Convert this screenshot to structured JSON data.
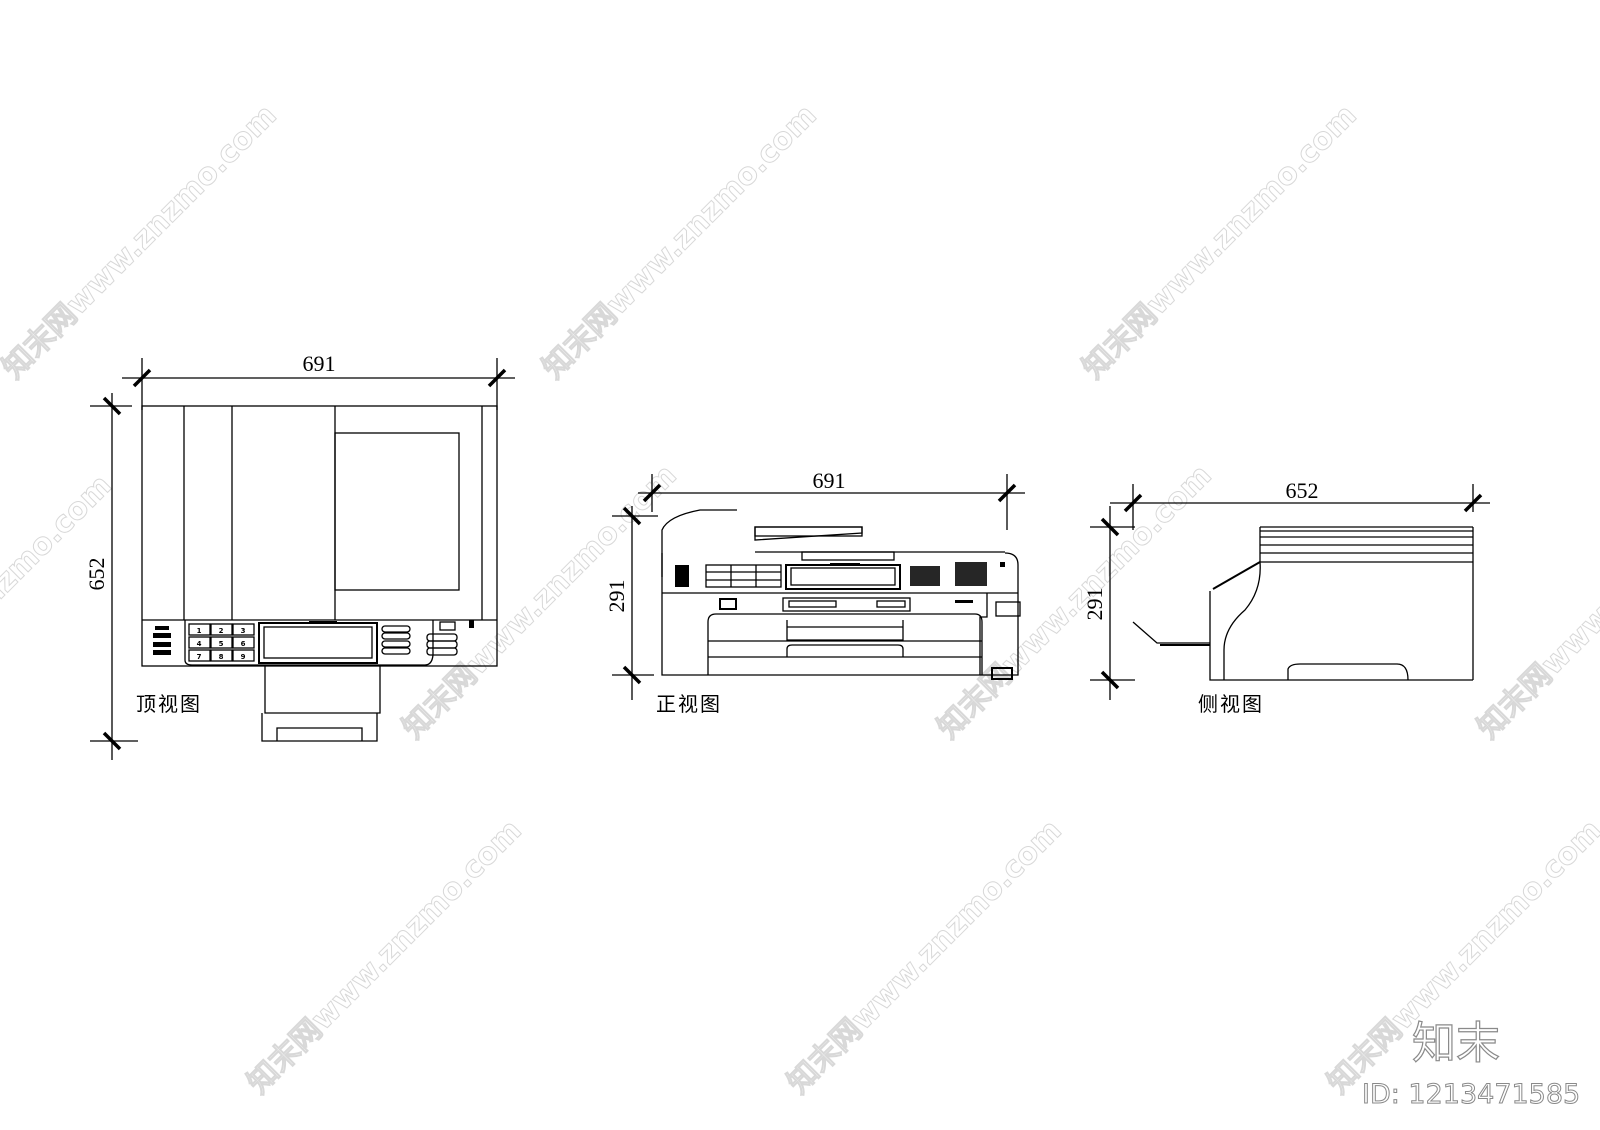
{
  "views": {
    "top": {
      "label": "顶视图",
      "width_dim": "691",
      "depth_dim": "652",
      "keypad": [
        "1",
        "2",
        "3",
        "4",
        "5",
        "6",
        "7",
        "8",
        "9"
      ]
    },
    "front": {
      "label": "正视图",
      "width_dim": "691",
      "height_dim": "291"
    },
    "side": {
      "label": "侧视图",
      "depth_dim": "652",
      "height_dim": "291"
    }
  },
  "watermark": {
    "text": "知末网www.znzmo.com",
    "brand": "知末",
    "id_label": "ID: 1213471585"
  },
  "colors": {
    "line": "#000000",
    "background": "#ffffff",
    "watermark": "#d8d8d8",
    "brand": "#8a8a8a"
  }
}
